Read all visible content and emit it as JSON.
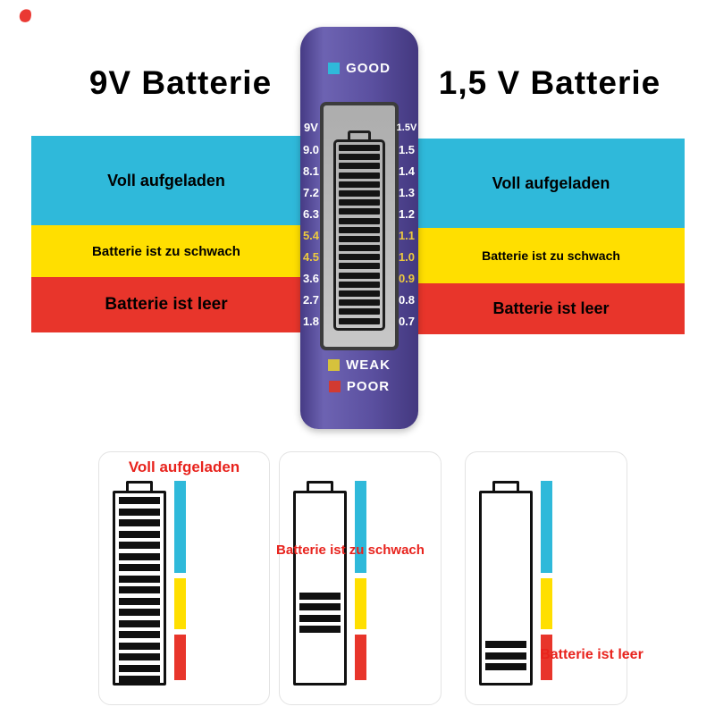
{
  "titles": {
    "left": "9V Batterie",
    "right": "1,5 V Batterie"
  },
  "device": {
    "good_label": "GOOD",
    "weak_label": "WEAK",
    "poor_label": "POOR",
    "left_scale_header": "9V",
    "right_scale_header": "1.5V",
    "left_scale": [
      "9.0",
      "8.1",
      "7.2",
      "6.3",
      "5.4",
      "4.5",
      "3.6",
      "2.7",
      "1.8"
    ],
    "right_scale": [
      "1.5",
      "1.4",
      "1.3",
      "1.2",
      "1.1",
      "1.0",
      "0.9",
      "0.8",
      "0.7"
    ],
    "lcd_bar_count": 20
  },
  "zones": {
    "good": {
      "label": "Voll aufgeladen",
      "color": "#2fb9da"
    },
    "weak": {
      "label": "Batterie ist zu schwach",
      "color": "#ffdf00"
    },
    "poor": {
      "label": "Batterie ist leer",
      "color": "#e8352b"
    }
  },
  "examples": [
    {
      "label": "Voll aufgeladen",
      "level": "full",
      "bar_count": 17
    },
    {
      "label": "Batterie ist zu schwach",
      "level": "low",
      "bar_count": 4
    },
    {
      "label": "Batterie ist leer",
      "level": "empty",
      "bar_count": 3
    }
  ],
  "colors": {
    "good": "#2fb9da",
    "weak": "#ffdf00",
    "poor": "#e8352b",
    "label-red": "#e8231d",
    "device-purple": "#5a4f9e",
    "lcd-gray": "#b9b9b9"
  }
}
